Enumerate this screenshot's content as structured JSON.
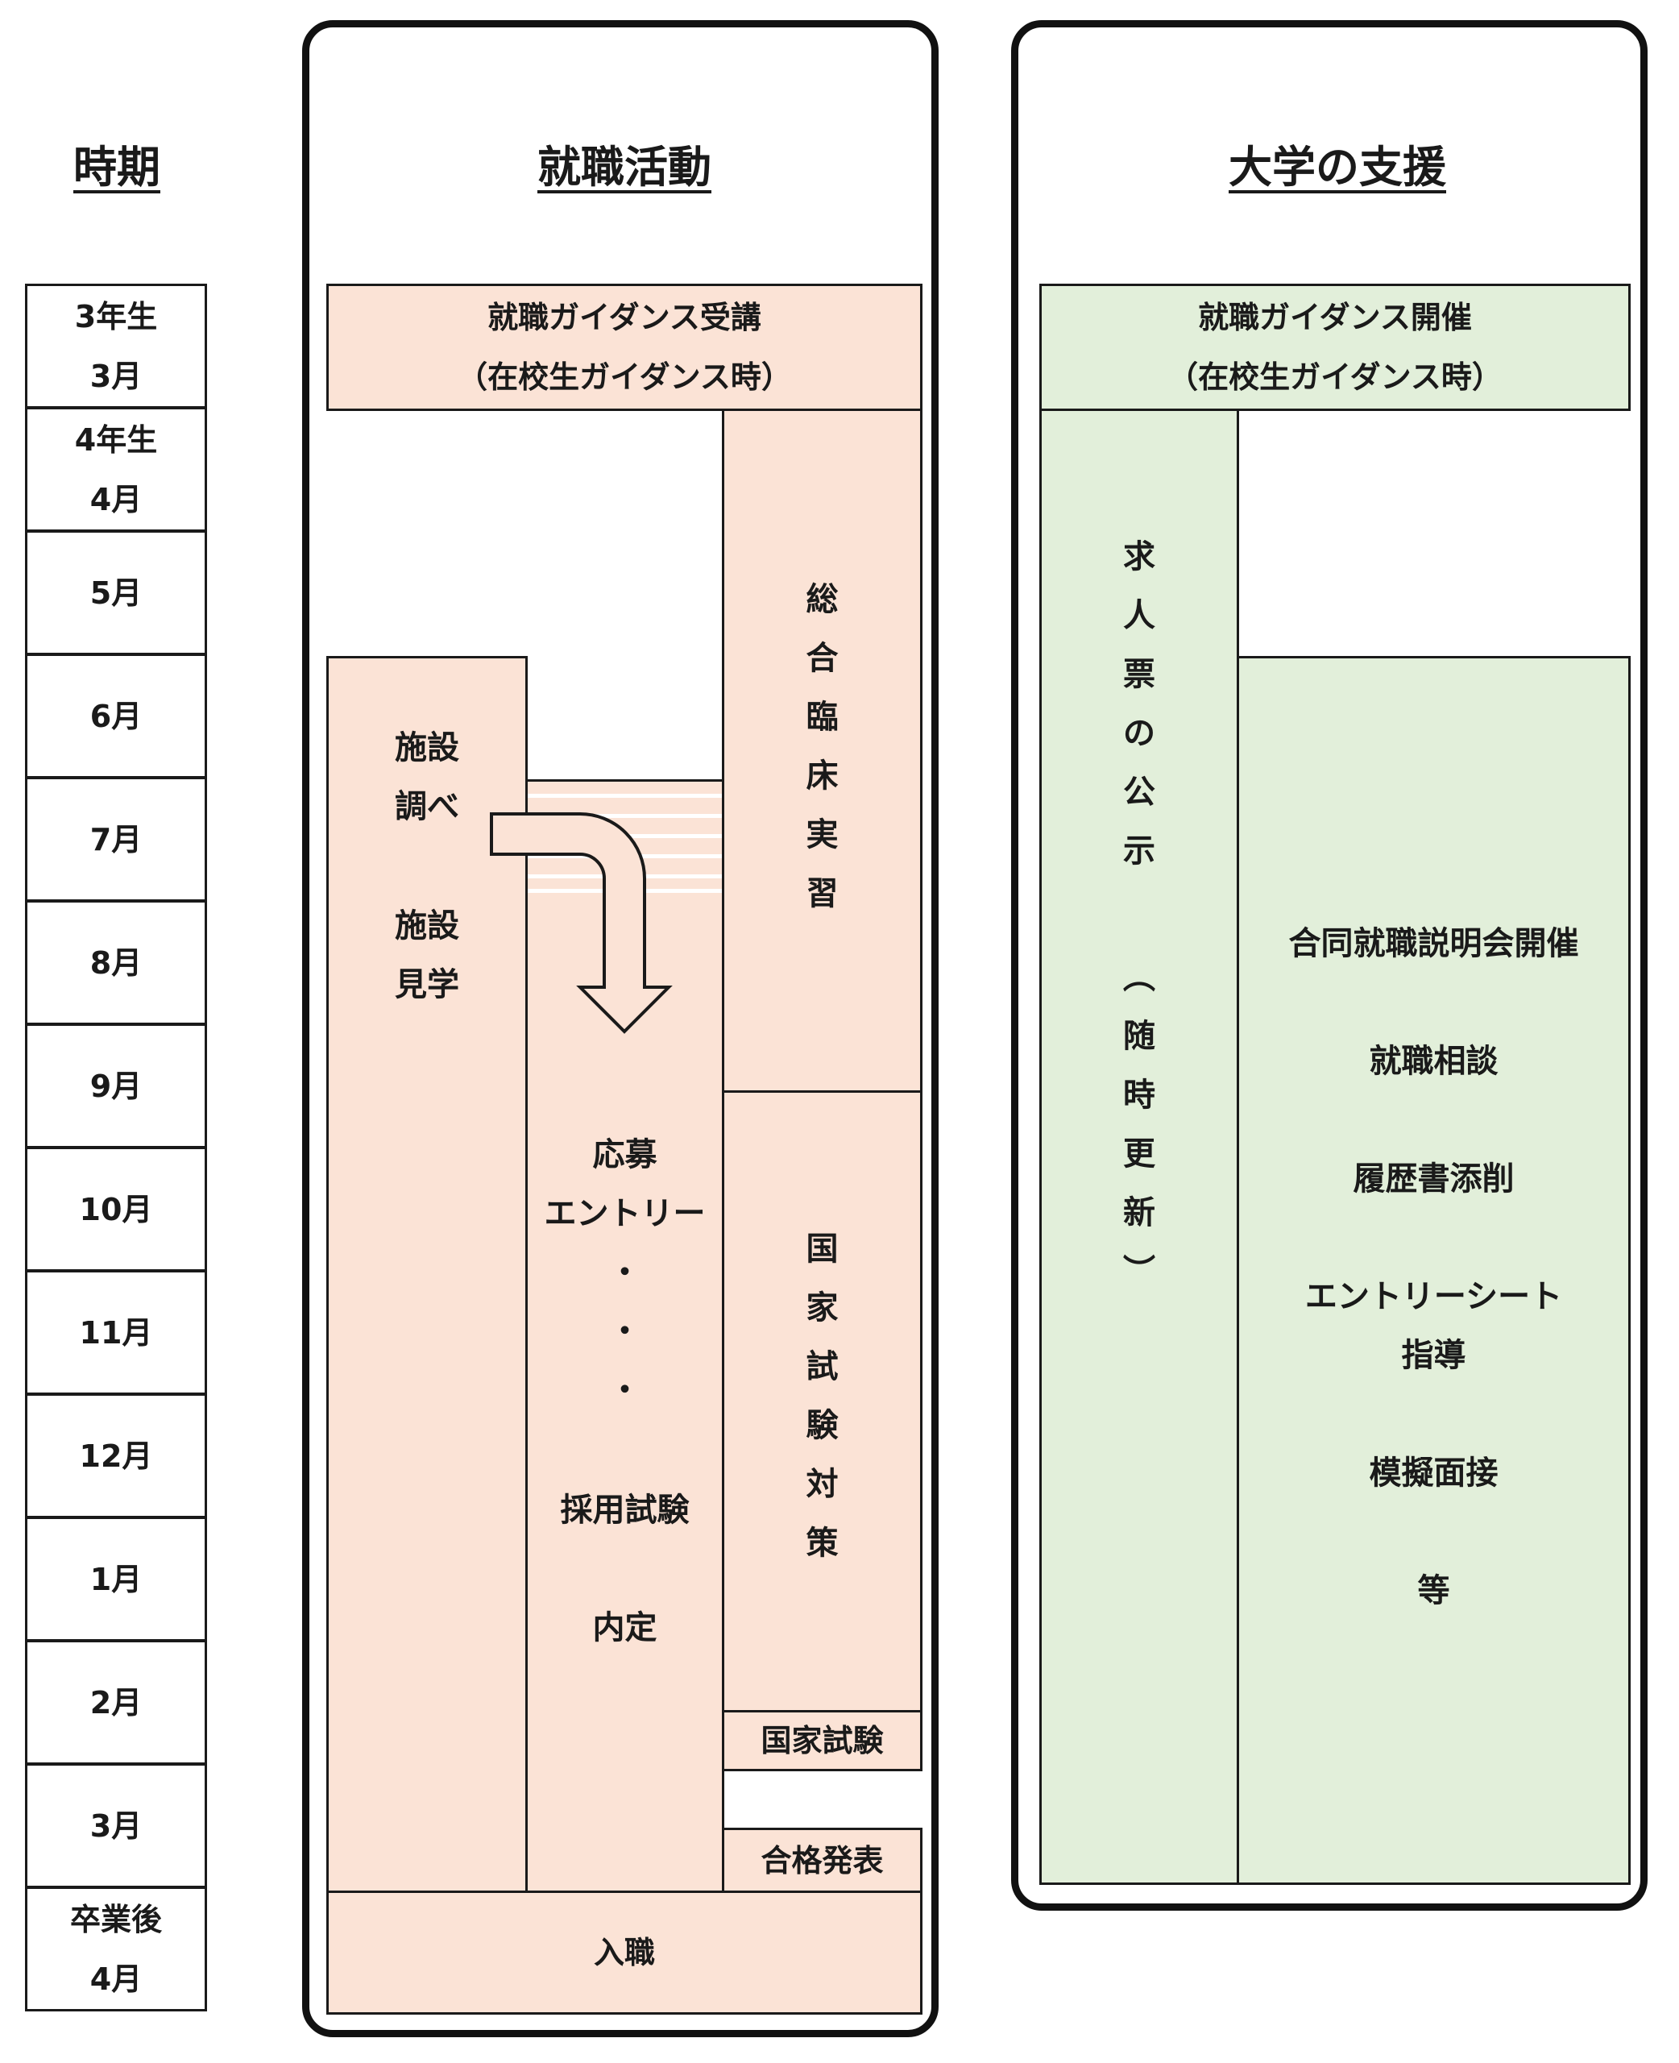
{
  "headers": {
    "period": "時期",
    "activity": "就職活動",
    "support": "大学の支援"
  },
  "timeline": [
    [
      "3年生",
      "3月"
    ],
    [
      "4年生",
      "4月"
    ],
    [
      "5月"
    ],
    [
      "6月"
    ],
    [
      "7月"
    ],
    [
      "8月"
    ],
    [
      "9月"
    ],
    [
      "10月"
    ],
    [
      "11月"
    ],
    [
      "12月"
    ],
    [
      "1月"
    ],
    [
      "2月"
    ],
    [
      "3月"
    ],
    [
      "卒業後",
      "4月"
    ]
  ],
  "activity": {
    "guidance_line1": "就職ガイダンス受講",
    "guidance_line2": "（在校生ガイダンス時）",
    "facility_research": "施設\n調べ",
    "facility_visit": "施設\n見学",
    "clinical_training": "総\n合\n臨\n床\n実\n習",
    "application_line1": "応募",
    "application_line2": "エントリー",
    "dots": "・\n・\n・",
    "recruitment_exam": "採用試験",
    "job_offer": "内定",
    "exam_prep": "国\n家\n試\n験\n対\n策",
    "national_exam": "国家試験",
    "results": "合格発表",
    "employment": "入職"
  },
  "support": {
    "guidance_line1": "就職ガイダンス開催",
    "guidance_line2": "（在校生ガイダンス時）",
    "job_postings": "求\n人\n票\nの\n公\n示",
    "job_postings_note": "︵\n随\n時\n更\n新\n︶",
    "services": [
      "合同就職説明会開催",
      "就職相談",
      "履歴書添削",
      "エントリーシート",
      "指導",
      "模擬面接",
      "等"
    ]
  },
  "colors": {
    "activity_fill": "#fbe3d6",
    "support_fill": "#e2efda",
    "border": "#1a1a1a"
  }
}
